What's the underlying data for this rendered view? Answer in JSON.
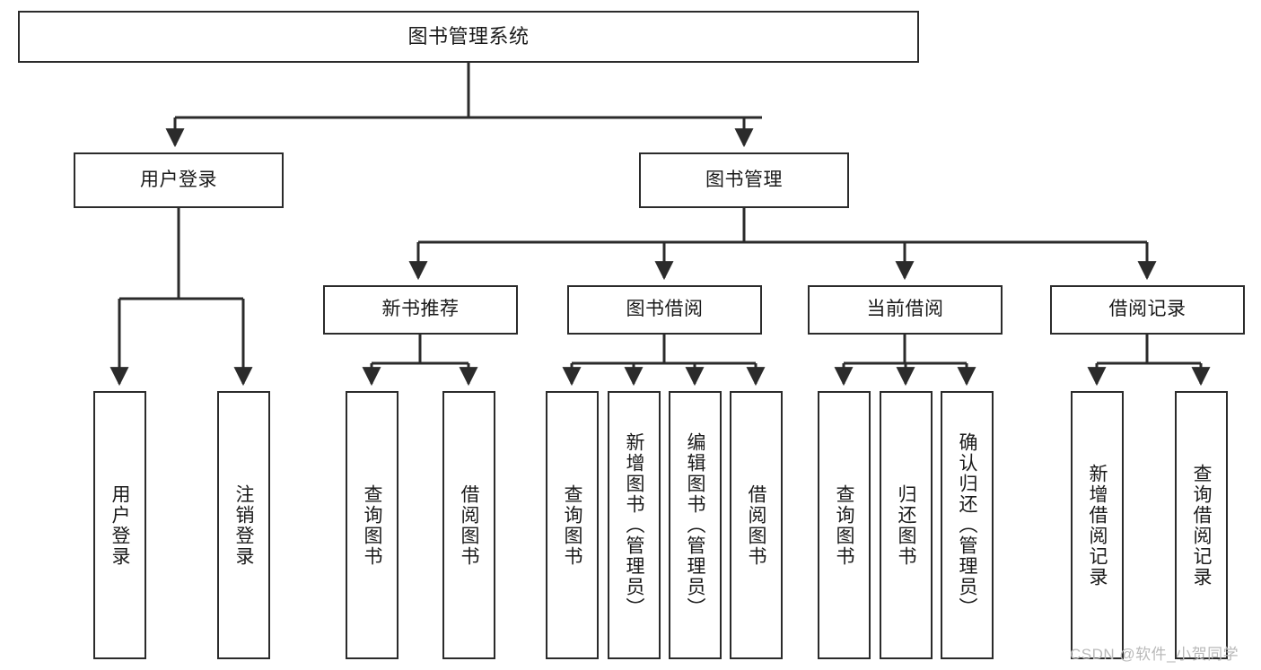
{
  "diagram": {
    "type": "tree",
    "title": "图书管理系统",
    "edge_color": "#2b2b2b",
    "node_border_color": "#2b2b2b",
    "node_fill_color": "#ffffff",
    "text_color": "#1a1a1a",
    "nodes": {
      "root": {
        "label": "图书管理系统"
      },
      "level1": [
        {
          "id": "user-login",
          "label": "用户登录"
        },
        {
          "id": "book-manage",
          "label": "图书管理"
        }
      ],
      "level2": [
        {
          "id": "new-book-rec",
          "label": "新书推荐"
        },
        {
          "id": "book-borrow",
          "label": "图书借阅"
        },
        {
          "id": "current-borrow",
          "label": "当前借阅"
        },
        {
          "id": "borrow-record",
          "label": "借阅记录"
        }
      ],
      "leaves": {
        "user_login": [
          {
            "id": "leaf-user-login",
            "label": "用户登录"
          },
          {
            "id": "leaf-logout",
            "label": "注销登录"
          }
        ],
        "new_book_rec": [
          {
            "id": "leaf-query-book-1",
            "label": "查询图书"
          },
          {
            "id": "leaf-borrow-book-1",
            "label": "借阅图书"
          }
        ],
        "book_borrow": [
          {
            "id": "leaf-query-book-2",
            "label": "查询图书"
          },
          {
            "id": "leaf-add-book",
            "label": "新增图书（管理员）"
          },
          {
            "id": "leaf-edit-book",
            "label": "编辑图书（管理员）"
          },
          {
            "id": "leaf-borrow-book-2",
            "label": "借阅图书"
          }
        ],
        "current_borrow": [
          {
            "id": "leaf-query-book-3",
            "label": "查询图书"
          },
          {
            "id": "leaf-return-book",
            "label": "归还图书"
          },
          {
            "id": "leaf-confirm-return",
            "label": "确认归还（管理员）"
          }
        ],
        "borrow_record": [
          {
            "id": "leaf-add-record",
            "label": "新增借阅记录"
          },
          {
            "id": "leaf-query-record",
            "label": "查询借阅记录"
          }
        ]
      }
    }
  },
  "watermark": {
    "text": "CSDN @软件_小贺同学",
    "color": "#b9b9b9"
  }
}
